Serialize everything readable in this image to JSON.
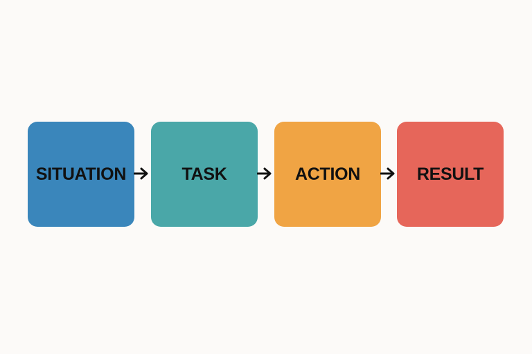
{
  "steps": [
    {
      "label": "SITUATION",
      "color": "#3a86bb"
    },
    {
      "label": "TASK",
      "color": "#4aa7a8"
    },
    {
      "label": "ACTION",
      "color": "#f0a444"
    },
    {
      "label": "RESULT",
      "color": "#e6665a"
    }
  ],
  "arrow_icon": "right-arrow-icon"
}
